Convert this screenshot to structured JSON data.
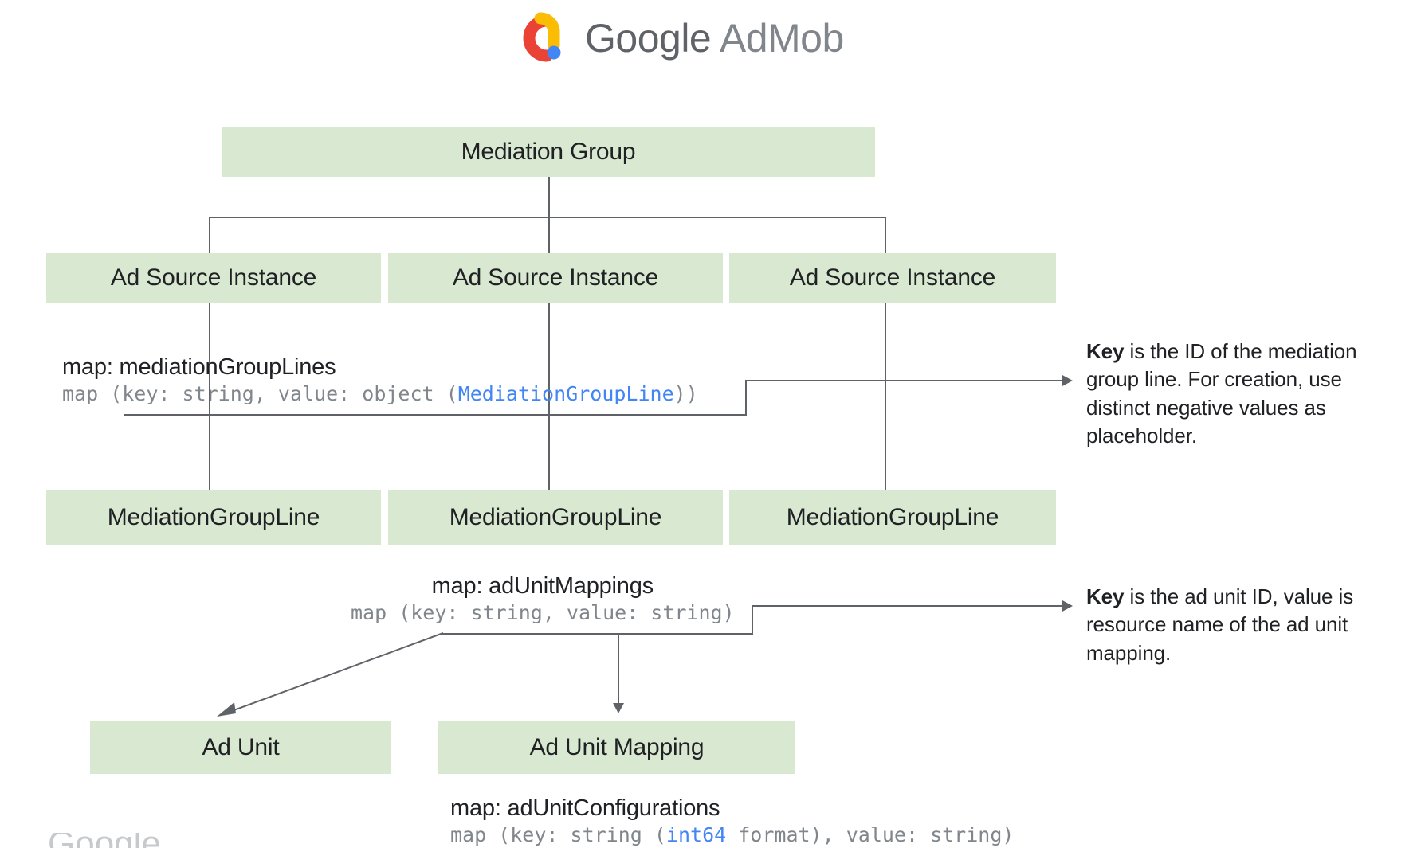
{
  "brand": {
    "logo_icon": "admob-logo-icon",
    "name_primary": "Google",
    "name_secondary": " AdMob",
    "colors": {
      "red": "#EA4335",
      "yellow": "#FBBC04",
      "blue": "#4285F4",
      "text": "#5f6368"
    }
  },
  "diagram": {
    "node_fill": "#d9e8d0",
    "connector_color": "#5f6368",
    "link_color": "#4285f4",
    "nodes": {
      "mediation_group": "Mediation Group",
      "ad_source_instance_1": "Ad Source Instance",
      "ad_source_instance_2": "Ad Source Instance",
      "ad_source_instance_3": "Ad Source Instance",
      "mediation_group_line_1": "MediationGroupLine",
      "mediation_group_line_2": "MediationGroupLine",
      "mediation_group_line_3": "MediationGroupLine",
      "ad_unit": "Ad Unit",
      "ad_unit_mapping": "Ad Unit Mapping"
    },
    "maps": {
      "mediation_group_lines": {
        "title": "map: mediationGroupLines",
        "sig_prefix": "map (key: string, value: object (",
        "sig_link": "MediationGroupLine",
        "sig_suffix": "))"
      },
      "ad_unit_mappings": {
        "title": "map: adUnitMappings",
        "sig": "map (key: string, value: string)"
      },
      "ad_unit_configurations": {
        "title": "map: adUnitConfigurations",
        "sig_prefix": "map (key: string (",
        "sig_link": "int64",
        "sig_suffix": " format), value: string)"
      }
    },
    "notes": {
      "mediation_group_line_key": {
        "lead": "Key",
        "body": " is the ID of the mediation group line. For creation, use distinct negative values as placeholder."
      },
      "ad_unit_mapping_key": {
        "lead": "Key",
        "body": " is the ad unit ID, value is resource name of the ad unit mapping."
      }
    }
  },
  "footer": {
    "cut_off_text": "Google"
  }
}
